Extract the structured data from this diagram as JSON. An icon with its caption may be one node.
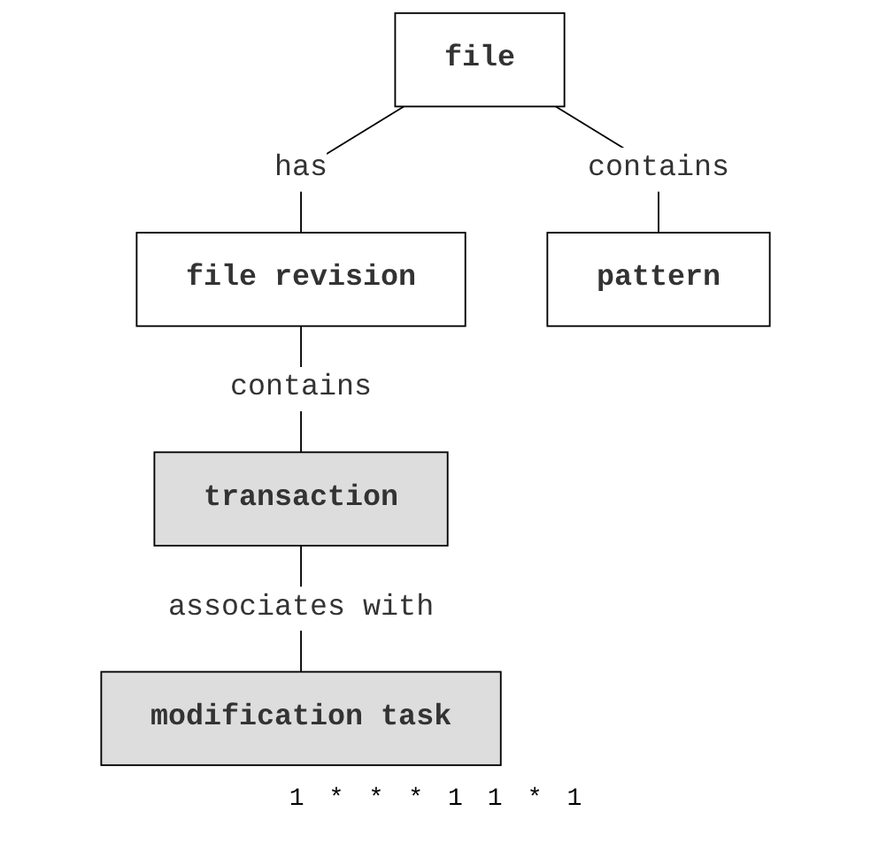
{
  "diagram": {
    "nodes": [
      {
        "text": [
          "file"
        ]
      },
      {
        "text": [
          "file revision"
        ]
      },
      {
        "text": [
          "pattern"
        ]
      },
      {
        "text": [
          "transaction"
        ]
      },
      {
        "text": [
          "modification task"
        ]
      }
    ],
    "edges": [
      {
        "from": 0,
        "to": 1,
        "arrow": "none",
        "label": "has"
      },
      {
        "from": 0,
        "to": 2,
        "arrow": "none",
        "label": "contains"
      },
      {
        "from": 1,
        "to": 3,
        "arrow": "none",
        "label": "contains"
      },
      {
        "from": 3,
        "to": 4,
        "arrow": "none",
        "label": "associates with"
      }
    ],
    "labels": [
      "1",
      "*",
      "*",
      "*",
      "1",
      "1",
      "*",
      "1"
    ]
  }
}
